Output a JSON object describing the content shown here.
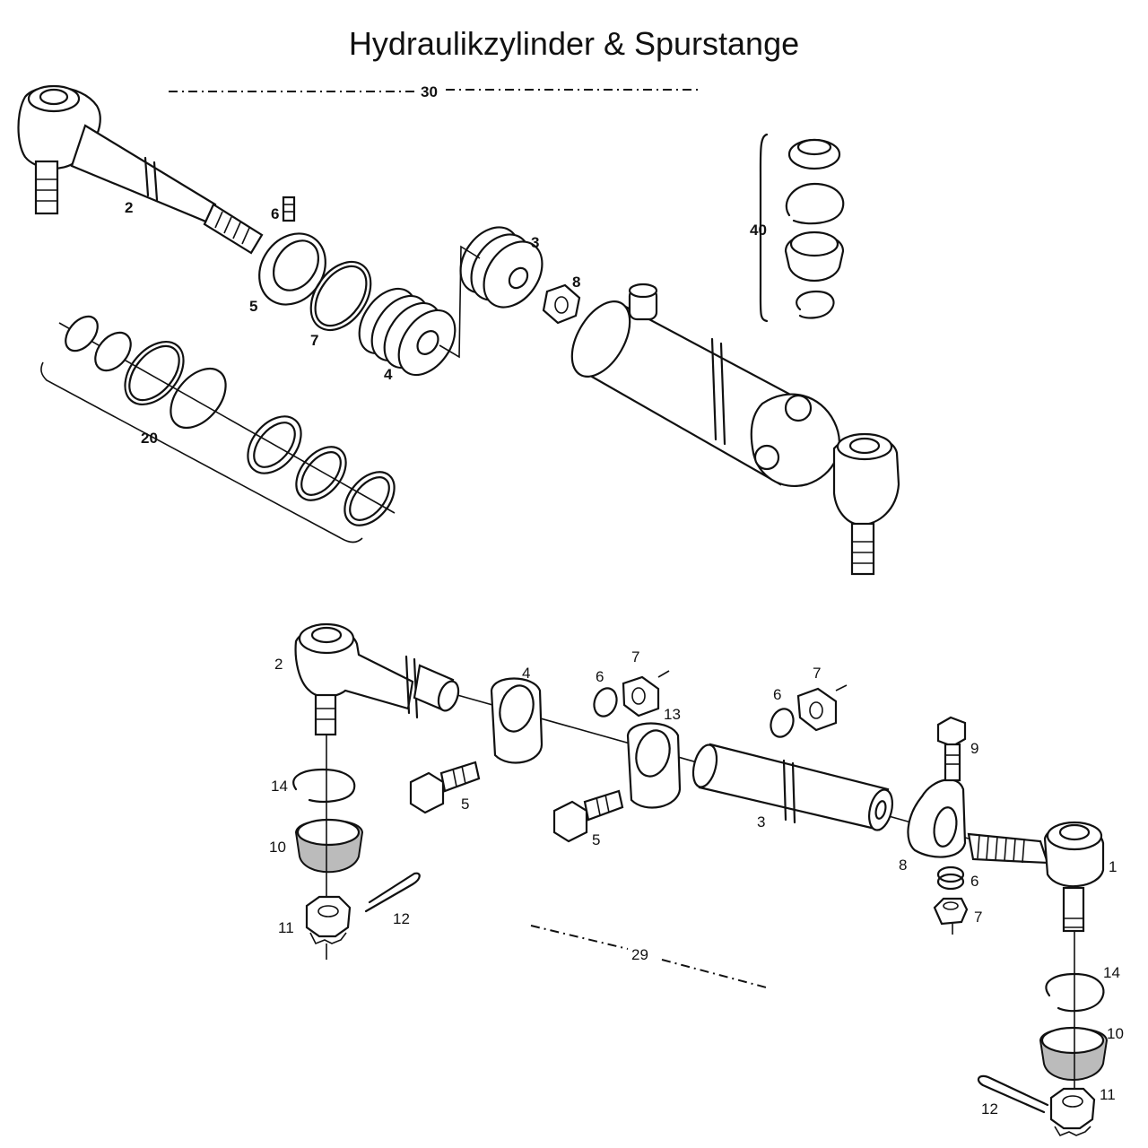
{
  "title": "Hydraulikzylinder & Spurstange",
  "upper_assembly": {
    "callouts": {
      "c1": "30",
      "c2": "2",
      "c3": "6",
      "c4": "5",
      "c5": "7",
      "c6": "4",
      "c7": "3",
      "c8": "8",
      "c9": "40",
      "c10": "20"
    }
  },
  "lower_assembly": {
    "callouts": {
      "c1": "2",
      "c2": "14",
      "c3": "10",
      "c4": "11",
      "c5": "12",
      "c6": "4",
      "c7": "6",
      "c8": "7",
      "c9": "5",
      "c10": "13",
      "c11": "5",
      "c12": "6",
      "c13": "7",
      "c14": "3",
      "c15": "9",
      "c16": "8",
      "c17": "1",
      "c18": "6",
      "c19": "7",
      "c20": "29",
      "c21": "14",
      "c22": "10",
      "c23": "12",
      "c24": "11"
    }
  }
}
